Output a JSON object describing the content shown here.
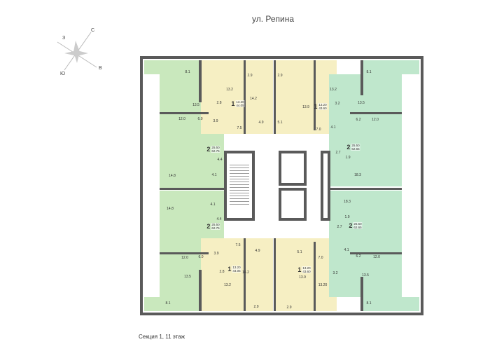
{
  "street": "ул. Репина",
  "caption": "Секция 1, 11 этаж",
  "compass": {
    "north": "С",
    "east": "В",
    "south": "Ю",
    "west": "З"
  },
  "colors": {
    "two_room": "#c9e8bd",
    "two_room_right": "#bfe7cc",
    "one_room": "#f6efc3",
    "walls": "#5a5a5a"
  },
  "apartments": [
    {
      "rooms": "2",
      "living_area": "25.50",
      "total_area": "62.75"
    },
    {
      "rooms": "1",
      "living_area": "13.20",
      "total_area": "44.05"
    },
    {
      "rooms": "1",
      "living_area": "13.20",
      "total_area": "43.60"
    },
    {
      "rooms": "2",
      "living_area": "25.50",
      "total_area": "62.65"
    },
    {
      "rooms": "2",
      "living_area": "25.50",
      "total_area": "62.75"
    },
    {
      "rooms": "1",
      "living_area": "13.20",
      "total_area": "44.05"
    },
    {
      "rooms": "1",
      "living_area": "13.20",
      "total_area": "43.60"
    },
    {
      "rooms": "2",
      "living_area": "25.50",
      "total_area": "62.65"
    }
  ],
  "room_areas": [
    "8.1",
    "13.5",
    "12.0",
    "6.0",
    "3.9",
    "4.4",
    "14.8",
    "4.1",
    "13.2",
    "2.9",
    "14.2",
    "2.8",
    "7.5",
    "4.9",
    "2.9",
    "13.9",
    "3.2",
    "13.2",
    "5.1",
    "7.0",
    "8.1",
    "13.5",
    "6.2",
    "12.0",
    "4.1",
    "2.7",
    "1.9",
    "18.3",
    "14.8",
    "4.1",
    "4.4",
    "3.9",
    "12.0",
    "6.0",
    "13.5",
    "8.1",
    "7.5",
    "4.9",
    "2.8",
    "14.2",
    "13.2",
    "2.9",
    "5.1",
    "7.0",
    "13.9",
    "3.2",
    "13.20",
    "2.9",
    "18.3",
    "1.9",
    "2.7",
    "4.1",
    "6.2",
    "12.0",
    "13.5",
    "8.1"
  ]
}
